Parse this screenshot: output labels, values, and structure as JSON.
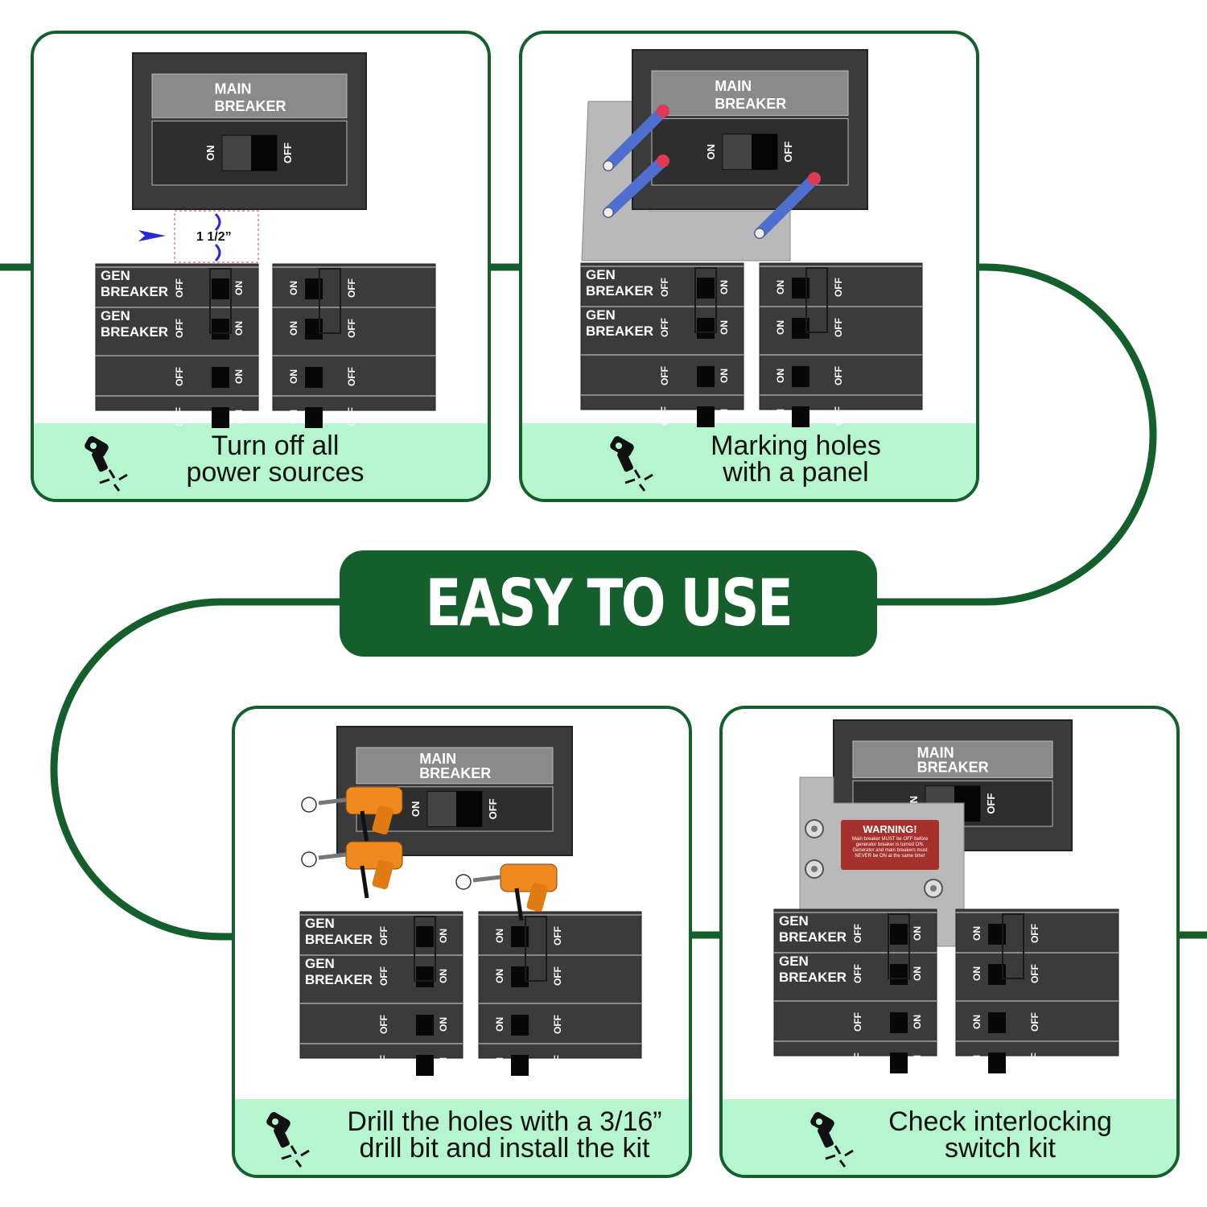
{
  "banner": {
    "title": "EASY TO USE"
  },
  "colors": {
    "accent": "#155f2d",
    "caption_bg": "#b6f6cf",
    "panel": "#3b3b3b",
    "label": "#8a8a8a",
    "plate": "#b9b9b9",
    "warning": "#a6302c"
  },
  "labels": {
    "main_line1": "MAIN",
    "main_line2": "BREAKER",
    "gen_line1": "GEN",
    "gen_line2": "BREAKER",
    "on": "ON",
    "off": "OFF",
    "dimension": "1 1/2”"
  },
  "steps": [
    {
      "caption_line1": "Turn off all",
      "caption_line2": "power sources",
      "icon": "drill-icon"
    },
    {
      "caption_line1": "Marking holes",
      "caption_line2": "with a panel",
      "icon": "drill-icon"
    },
    {
      "caption_line1": "Drill the holes with a 3/16”",
      "caption_line2": "drill bit and install the kit",
      "icon": "drill-icon"
    },
    {
      "caption_line1": "Check interlocking",
      "caption_line2": "switch kit",
      "icon": "drill-icon"
    }
  ],
  "warning": {
    "title": "WARNING!",
    "body": "Main breaker MUST be OFF before generator breaker is turned ON. Generator and main breakers must NEVER be ON at the same time!"
  }
}
